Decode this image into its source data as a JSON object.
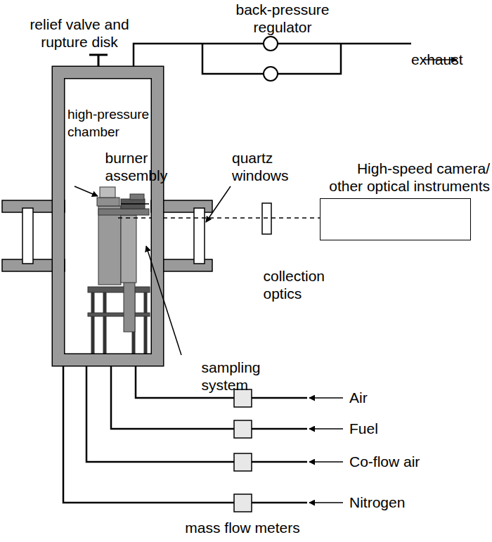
{
  "diagram": {
    "nodes": [
      {
        "text": [
          "high-pressure chamber"
        ]
      },
      {
        "text": [
          "High-speed camera/ other optical instruments"
        ]
      }
    ],
    "edges": [
      {
        "from": 0,
        "to": 1,
        "arrow": "none"
      }
    ],
    "labels": [
      "back-pressure regulator",
      "relief valve and rupture disk",
      "exhaust",
      "quartz windows",
      "burner assembly",
      "collection optics",
      "sampling system",
      "Air",
      "Fuel",
      "Co-flow air",
      "Nitrogen",
      "mass flow meters"
    ]
  }
}
